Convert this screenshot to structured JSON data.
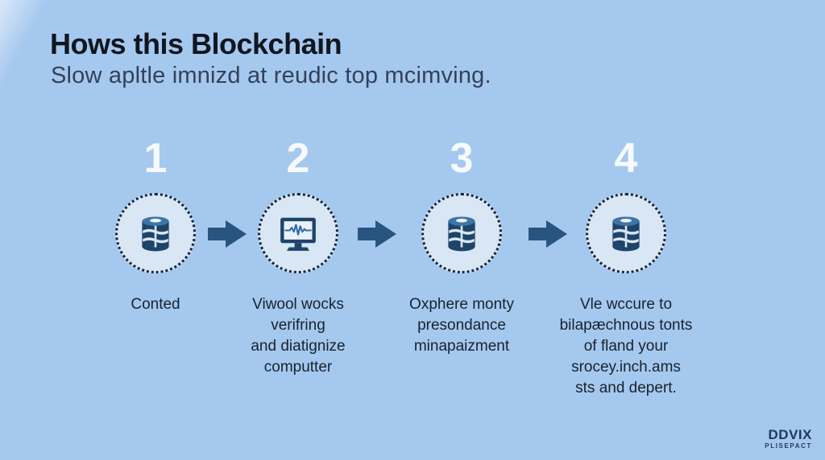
{
  "page": {
    "title": "Hows this Blockchain",
    "subtitle": "Slow apltle imnizd at reudic top mcimving."
  },
  "steps": [
    {
      "number": "1",
      "icon": "database-icon",
      "caption": "Conted"
    },
    {
      "number": "2",
      "icon": "monitor-waveform-icon",
      "caption": "Viwool wocks\nverifring\nand diatignize\ncomputter"
    },
    {
      "number": "3",
      "icon": "database-icon",
      "caption": "Oxphere monty\npresondance\nminapaizment"
    },
    {
      "number": "4",
      "icon": "database-icon",
      "caption": "Vle wccure to\nbilapæchnous tonts\nof fland your\nsrocey.inch.ams\nsts and depert."
    }
  ],
  "logo": {
    "brand": "DDVIX",
    "tagline": "PLISEPACT"
  },
  "colors": {
    "background": "#a5c8ef",
    "circle_fill": "#d9e6f4",
    "circle_dot_border": "#14253d",
    "icon_navy": "#1e4469",
    "icon_top_light": "#3f74a6",
    "arrow": "#27557f",
    "title_text": "#10161f",
    "subtitle_text": "#33425a",
    "caption_text": "#18222e",
    "number_text": "#f7fafd"
  }
}
